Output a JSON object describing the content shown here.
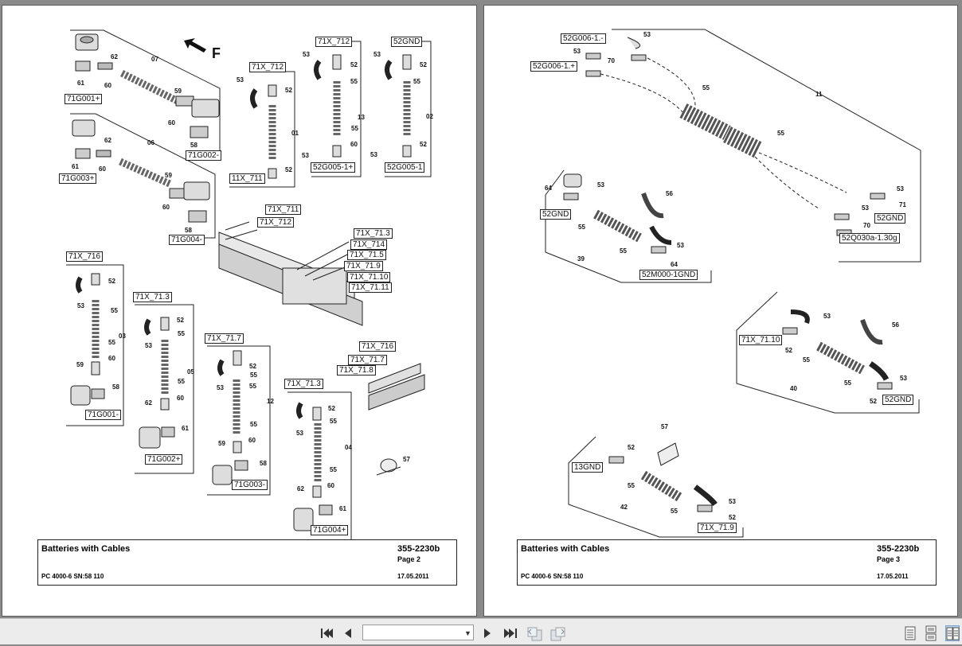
{
  "pages": [
    {
      "title": "Batteries with Cables",
      "doc_number": "355-2230b",
      "page": "Page 2",
      "model": "PC 4000-6 SN:58 110",
      "date": "17.05.2011",
      "direction_label": "F",
      "boxed_labels": [
        "71G001+",
        "71G002-",
        "71G003+",
        "71G004-",
        "71X_712",
        "11X_711",
        "71X_712",
        "52G005-1+",
        "52GND",
        "52G005-1",
        "71X_711",
        "71X_712",
        "71X_71.3",
        "71X_714",
        "71X_71.5",
        "71X_71.9",
        "71X_71.10",
        "71X_71.11",
        "71X_716",
        "71G001-",
        "71X_71.3",
        "71G002+",
        "71X_71.7",
        "71G003-",
        "71X_71.3",
        "71G004+",
        "71X_716",
        "71X_71.7",
        "71X_71.8"
      ],
      "callouts": [
        "62",
        "07",
        "61",
        "60",
        "59",
        "60",
        "58",
        "62",
        "06",
        "61",
        "60",
        "59",
        "60",
        "58",
        "53",
        "52",
        "01",
        "52",
        "53",
        "52",
        "55",
        "13",
        "55",
        "53",
        "60",
        "53",
        "52",
        "55",
        "02",
        "53",
        "52",
        "52",
        "53",
        "55",
        "03",
        "55",
        "60",
        "59",
        "58",
        "52",
        "53",
        "55",
        "05",
        "55",
        "60",
        "62",
        "61",
        "52",
        "55",
        "53",
        "55",
        "12",
        "55",
        "60",
        "59",
        "58",
        "52",
        "53",
        "55",
        "04",
        "55",
        "60",
        "62",
        "61",
        "57"
      ]
    },
    {
      "title": "Batteries with Cables",
      "doc_number": "355-2230b",
      "page": "Page 3",
      "model": "PC 4000-6 SN:58 110",
      "date": "17.05.2011",
      "boxed_labels": [
        "52G006-1.-",
        "52G006-1.+",
        "52GND",
        "52Q030a-1.30g",
        "52GND",
        "52M000-1GND",
        "71X_71.10",
        "52GND",
        "13GND",
        "71X_71.9"
      ],
      "callouts": [
        "53",
        "53",
        "70",
        "55",
        "11",
        "55",
        "53",
        "71",
        "53",
        "70",
        "64",
        "53",
        "56",
        "55",
        "53",
        "55",
        "64",
        "39",
        "53",
        "56",
        "52",
        "55",
        "53",
        "55",
        "40",
        "52",
        "57",
        "52",
        "55",
        "53",
        "55",
        "42",
        "52"
      ]
    }
  ],
  "toolbar": {
    "first_page_icon": "first-page-icon",
    "prev_page_icon": "prev-page-icon",
    "page_select_value": "",
    "next_page_icon": "next-page-icon",
    "last_page_icon": "last-page-icon",
    "back_view_icon": "back-view-icon",
    "forward_view_icon": "forward-view-icon",
    "single_page_icon": "single-page-icon",
    "continuous_icon": "continuous-page-icon",
    "two_page_icon": "two-page-icon"
  }
}
